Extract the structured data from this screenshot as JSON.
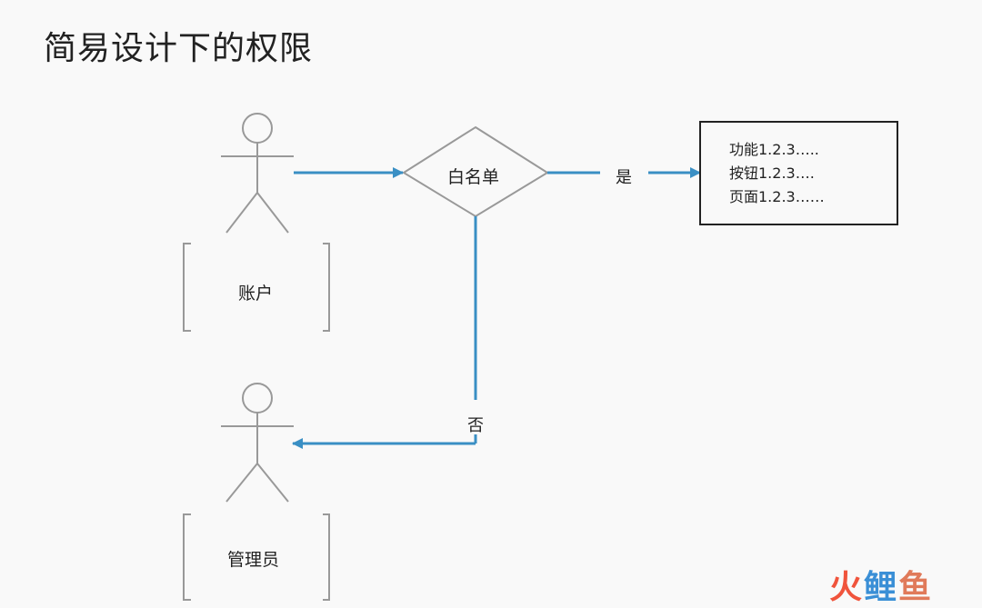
{
  "title": "简易设计下的权限",
  "actors": {
    "account": {
      "label": "账户"
    },
    "admin": {
      "label": "管理员"
    }
  },
  "decision": {
    "label": "白名单"
  },
  "edges": {
    "yes": "是",
    "no": "否"
  },
  "permissions": [
    "功能1.2.3…..",
    "按钮1.2.3….",
    "页面1.2.3……"
  ],
  "watermark": {
    "part1": "火",
    "part2": "鲤",
    "part3": "鱼"
  },
  "colors": {
    "arrow": "#3a8fc4",
    "outline": "#999999",
    "box_border": "#222222",
    "background": "#f9f9f9"
  }
}
